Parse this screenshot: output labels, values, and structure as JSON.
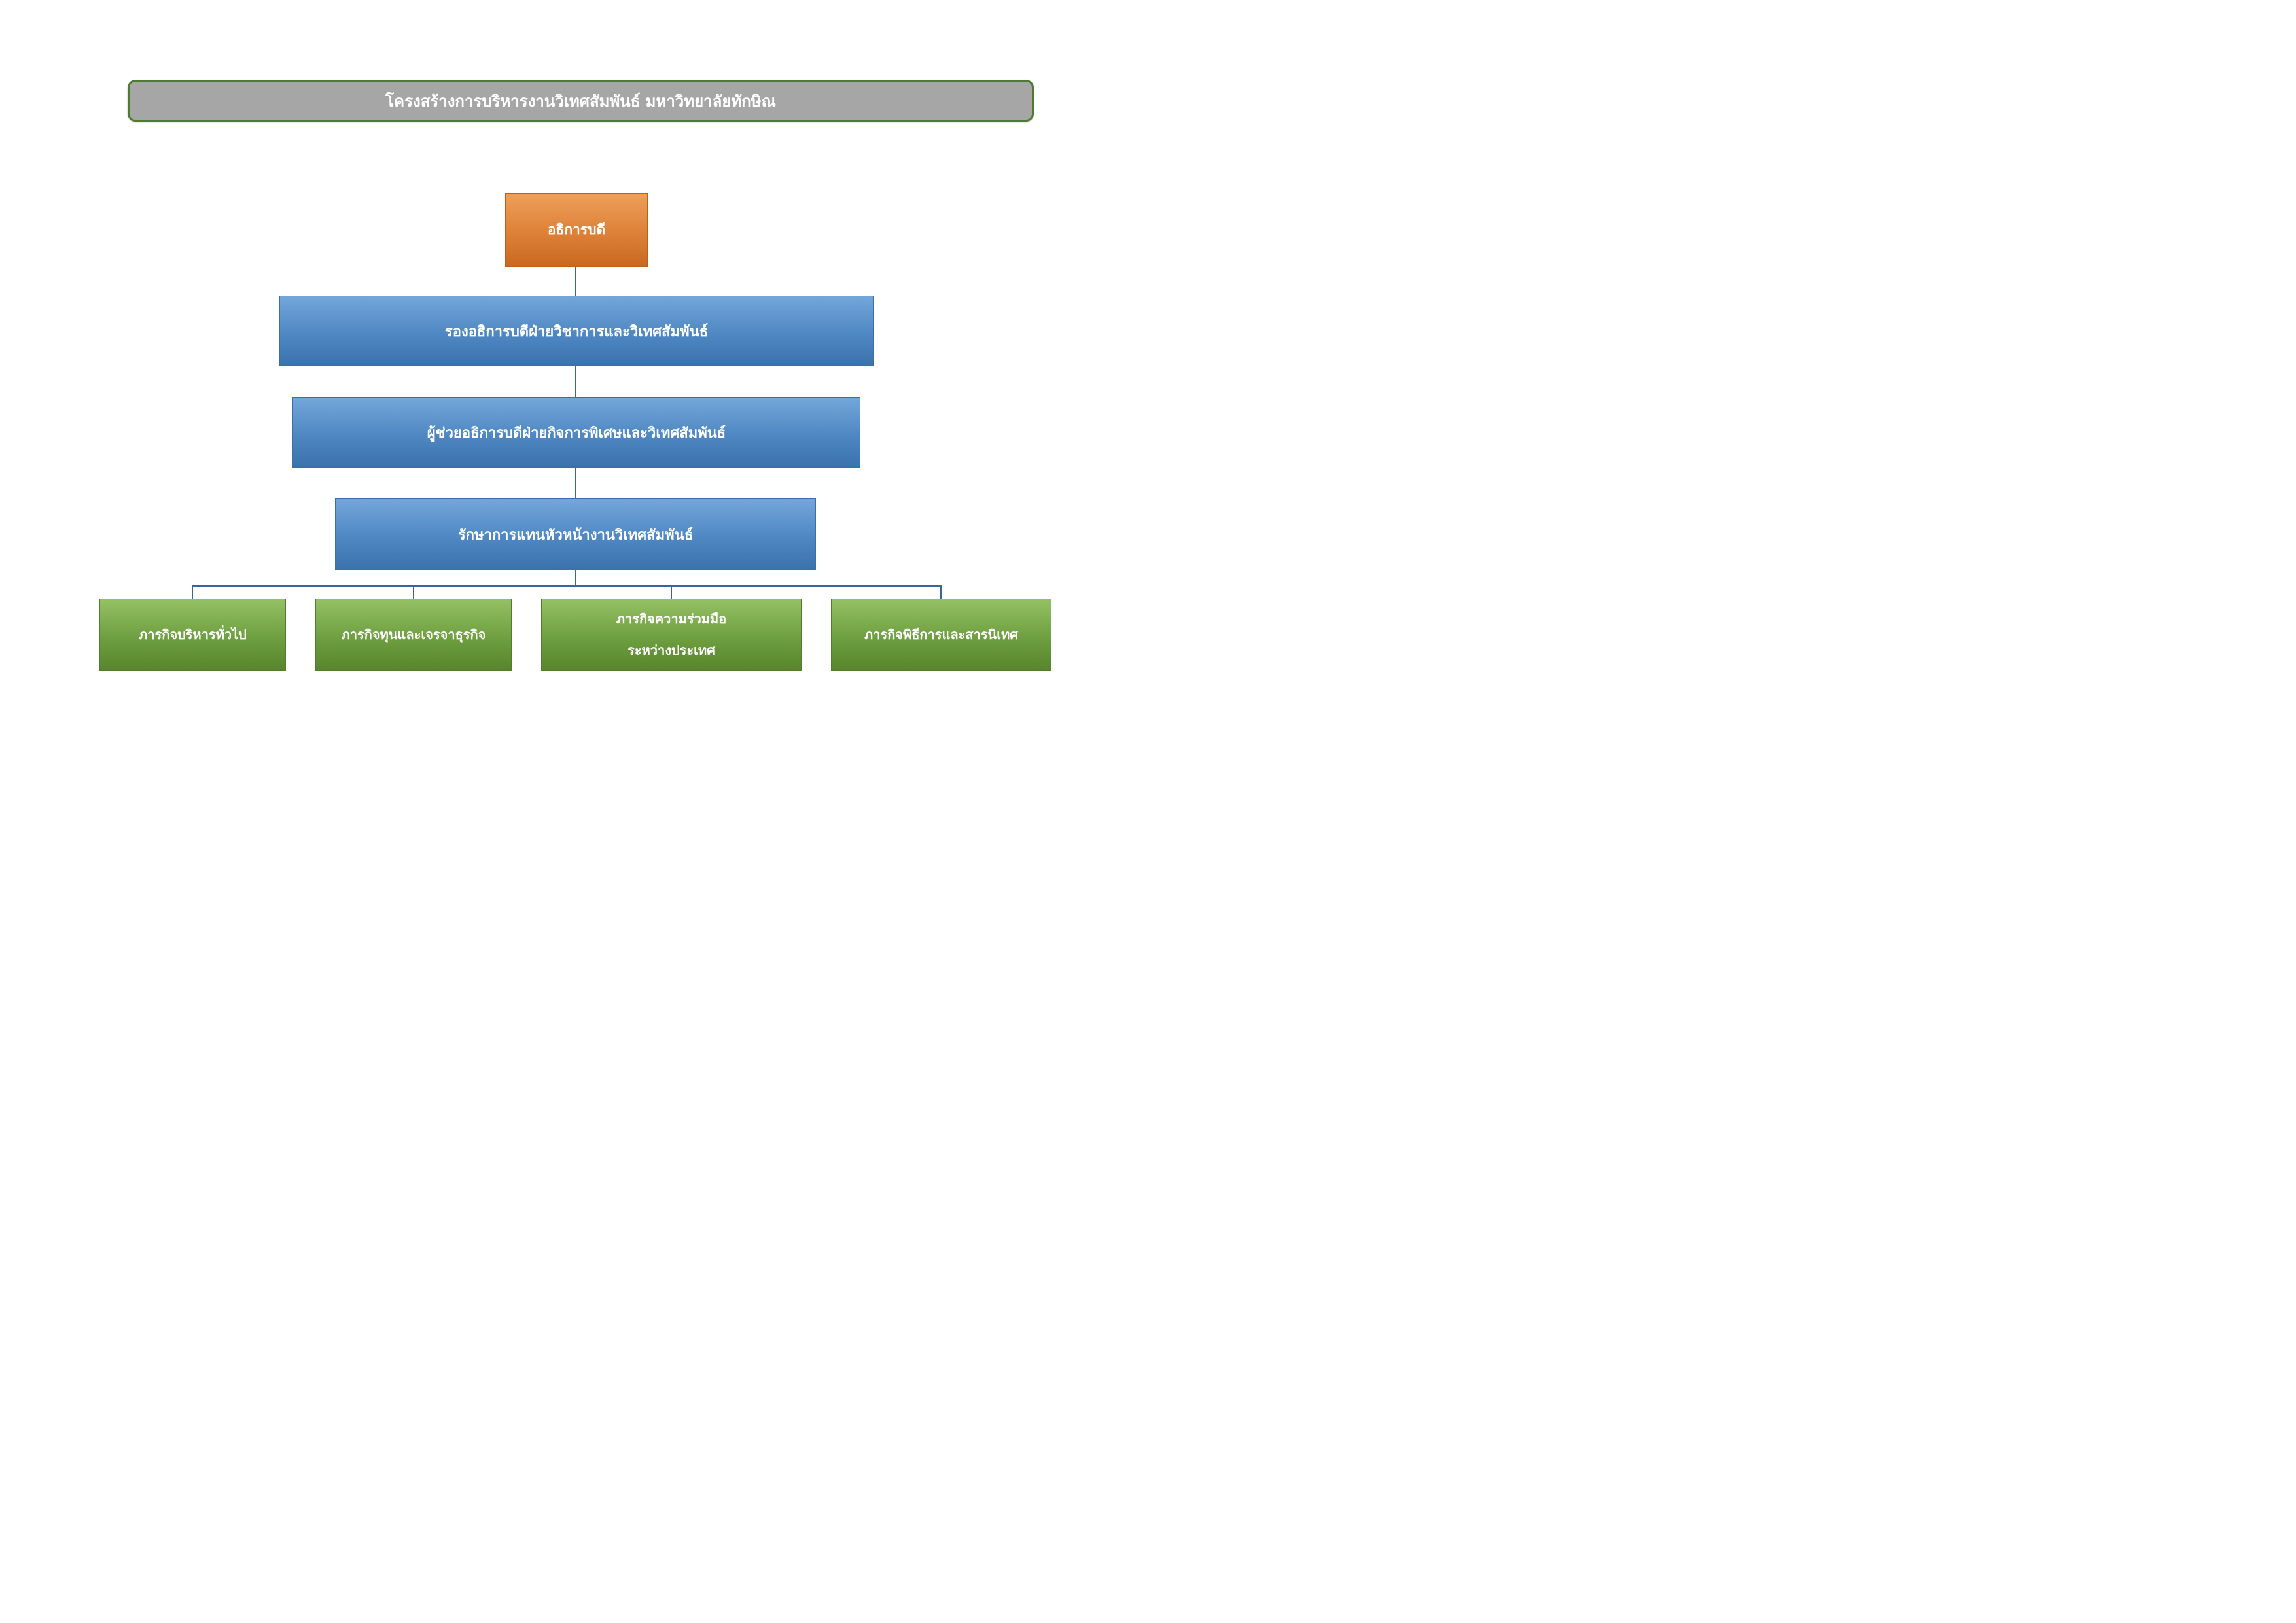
{
  "title": {
    "text": "โครงสร้างการบริหารงานวิเทศสัมพันธ์ มหาวิทยาลัยทักษิณ"
  },
  "org": {
    "root": {
      "label": "อธิการบดี"
    },
    "levels": [
      {
        "label": "รองอธิการบดีฝ่ายวิชาการและวิเทศสัมพันธ์"
      },
      {
        "label": "ผู้ช่วยอธิการบดีฝ่ายกิจการพิเศษและวิเทศสัมพันธ์"
      },
      {
        "label": "รักษาการแทนหัวหน้างานวิเทศสัมพันธ์"
      }
    ],
    "leaves": [
      {
        "lines": [
          "ภารกิจบริหารทั่วไป"
        ]
      },
      {
        "lines": [
          "ภารกิจทุนและเจรจาธุรกิจ"
        ]
      },
      {
        "lines": [
          "ภารกิจความร่วมมือ",
          "ระหว่างประเทศ"
        ]
      },
      {
        "lines": [
          "ภารกิจพิธีการและสารนิเทศ"
        ]
      }
    ]
  },
  "colors": {
    "title_background": "#a6a6a6",
    "title_border": "#4e7a31",
    "root_node": "#dd8038",
    "level_node": "#4e87c2",
    "leaf_node": "#6b9c3d",
    "connector": "#3a66a0",
    "text": "#ffffff"
  }
}
